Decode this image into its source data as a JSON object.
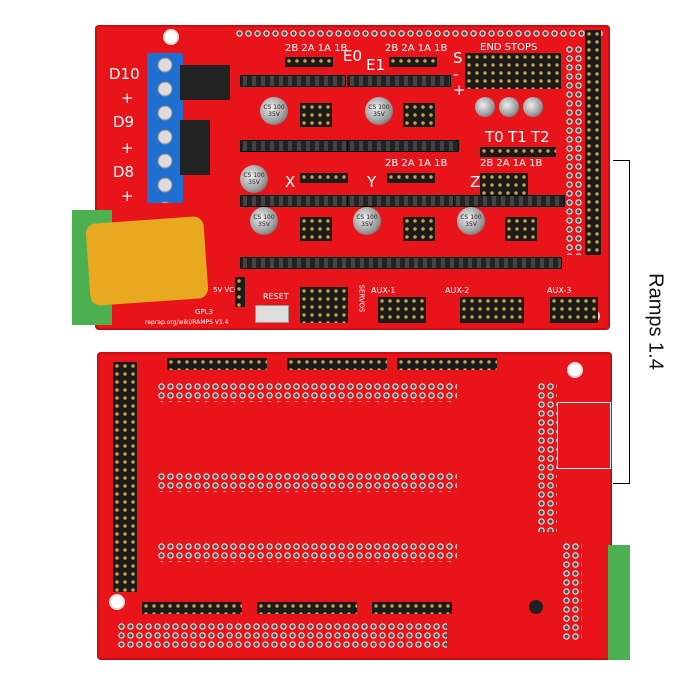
{
  "top_board": {
    "power_labels": [
      "D10",
      "+",
      "D9",
      "+",
      "D8",
      "+"
    ],
    "driver_pins": "2B 2A 1A 1B",
    "extruder_label_e0": "E0",
    "extruder_label_e1": "E1",
    "endstops": "END STOPS",
    "endstop_rows": [
      "S",
      "-",
      "+"
    ],
    "thermistors": [
      "T0",
      "T1",
      "T2"
    ],
    "axes": [
      "X",
      "Y",
      "Z"
    ],
    "capacitor_text": "CS 100 35V",
    "servos": "SERVOS",
    "aux": [
      "AUX-1",
      "AUX-2",
      "AUX-3"
    ],
    "reset": "RESET",
    "vcc": "5V VCC",
    "license": "GPL3",
    "url": "reprap.org/wiki/RAMPS V1.4"
  },
  "caption": "Ramps 1.4",
  "colors": {
    "pcb": "#e8141a",
    "terminal_blue": "#1f6fd0",
    "terminal_green": "#4caf50",
    "fuse_yellow": "#e8a920"
  }
}
